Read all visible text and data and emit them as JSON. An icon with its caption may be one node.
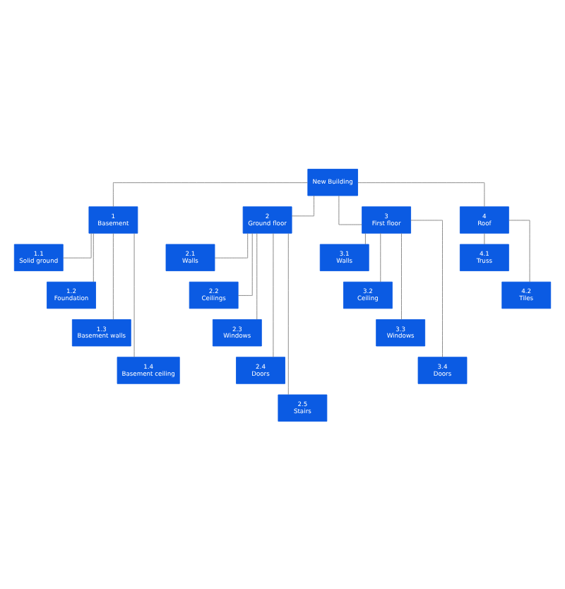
{
  "diagram": {
    "nodes": [
      {
        "text": [
          "New Building"
        ]
      },
      {
        "text": [
          "1",
          "Basement"
        ]
      },
      {
        "text": [
          "1.1",
          "Solid ground"
        ]
      },
      {
        "text": [
          "1.2",
          "Foundation"
        ]
      },
      {
        "text": [
          "1.3",
          "Basement walls"
        ]
      },
      {
        "text": [
          "1.4",
          "Basement ceiling"
        ]
      },
      {
        "text": [
          "2",
          "Ground floor"
        ]
      },
      {
        "text": [
          "2.1",
          "Walls"
        ]
      },
      {
        "text": [
          "2.2",
          "Ceilings"
        ]
      },
      {
        "text": [
          "2.3",
          "Windows"
        ]
      },
      {
        "text": [
          "2.4",
          "Doors"
        ]
      },
      {
        "text": [
          "2.5",
          "Stairs"
        ]
      },
      {
        "text": [
          "3",
          "First floor"
        ]
      },
      {
        "text": [
          "3.1",
          "Walls"
        ]
      },
      {
        "text": [
          "3.2",
          "Ceiling"
        ]
      },
      {
        "text": [
          "3.3",
          "Windows"
        ]
      },
      {
        "text": [
          "3.4",
          "Doors"
        ]
      },
      {
        "text": [
          "4",
          "Roof"
        ]
      },
      {
        "text": [
          "4.1",
          "Truss"
        ]
      },
      {
        "text": [
          "4.2",
          "Tiles"
        ]
      }
    ],
    "edges": [
      {
        "from": 0,
        "to": 1,
        "arrow": "none"
      },
      {
        "from": 0,
        "to": 6,
        "arrow": "none"
      },
      {
        "from": 0,
        "to": 12,
        "arrow": "none"
      },
      {
        "from": 0,
        "to": 17,
        "arrow": "none"
      },
      {
        "from": 1,
        "to": 2,
        "arrow": "none"
      },
      {
        "from": 1,
        "to": 3,
        "arrow": "none"
      },
      {
        "from": 1,
        "to": 4,
        "arrow": "none"
      },
      {
        "from": 1,
        "to": 5,
        "arrow": "none"
      },
      {
        "from": 6,
        "to": 7,
        "arrow": "none"
      },
      {
        "from": 6,
        "to": 8,
        "arrow": "none"
      },
      {
        "from": 6,
        "to": 9,
        "arrow": "none"
      },
      {
        "from": 6,
        "to": 10,
        "arrow": "none"
      },
      {
        "from": 6,
        "to": 11,
        "arrow": "none"
      },
      {
        "from": 12,
        "to": 13,
        "arrow": "none"
      },
      {
        "from": 12,
        "to": 14,
        "arrow": "none"
      },
      {
        "from": 12,
        "to": 15,
        "arrow": "none"
      },
      {
        "from": 12,
        "to": 16,
        "arrow": "none"
      },
      {
        "from": 17,
        "to": 18,
        "arrow": "none"
      },
      {
        "from": 17,
        "to": 19,
        "arrow": "none"
      }
    ]
  }
}
